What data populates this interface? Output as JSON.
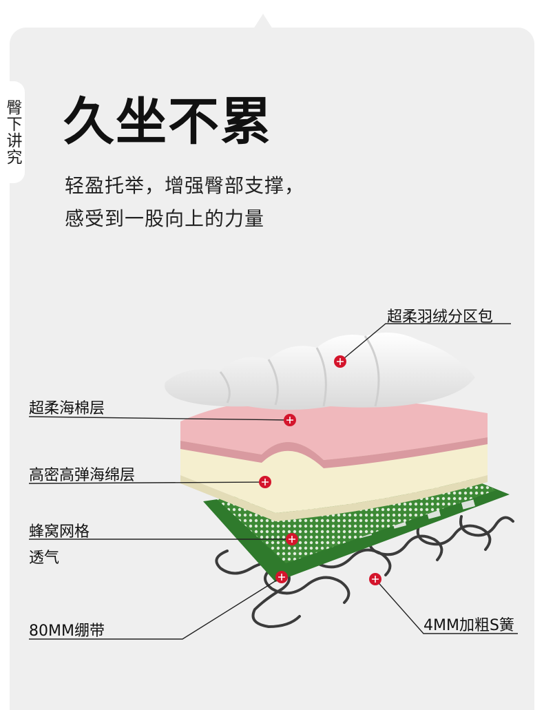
{
  "side_tab": "臀下讲究",
  "title": "久坐不累",
  "subtitle_line1": "轻盈托举，增强臀部支撑，",
  "subtitle_line2": "感受到一股向上的力量",
  "labels": {
    "down": "超柔羽绒分区包",
    "soft_foam": "超柔海棉层",
    "hd_foam": "高密高弹海绵层",
    "mesh_line1": "蜂窝网格",
    "mesh_line2": "透气",
    "strap": "80MM绷带",
    "spring": "4MM加粗S簧"
  },
  "colors": {
    "background": "#efefef",
    "marker": "#d4152c",
    "down": "#f4f4f4",
    "soft_foam": "#f0b8bc",
    "hd_foam": "#f5efcf",
    "strap": "#2f7a2c",
    "mesh": "#3d8a35"
  }
}
